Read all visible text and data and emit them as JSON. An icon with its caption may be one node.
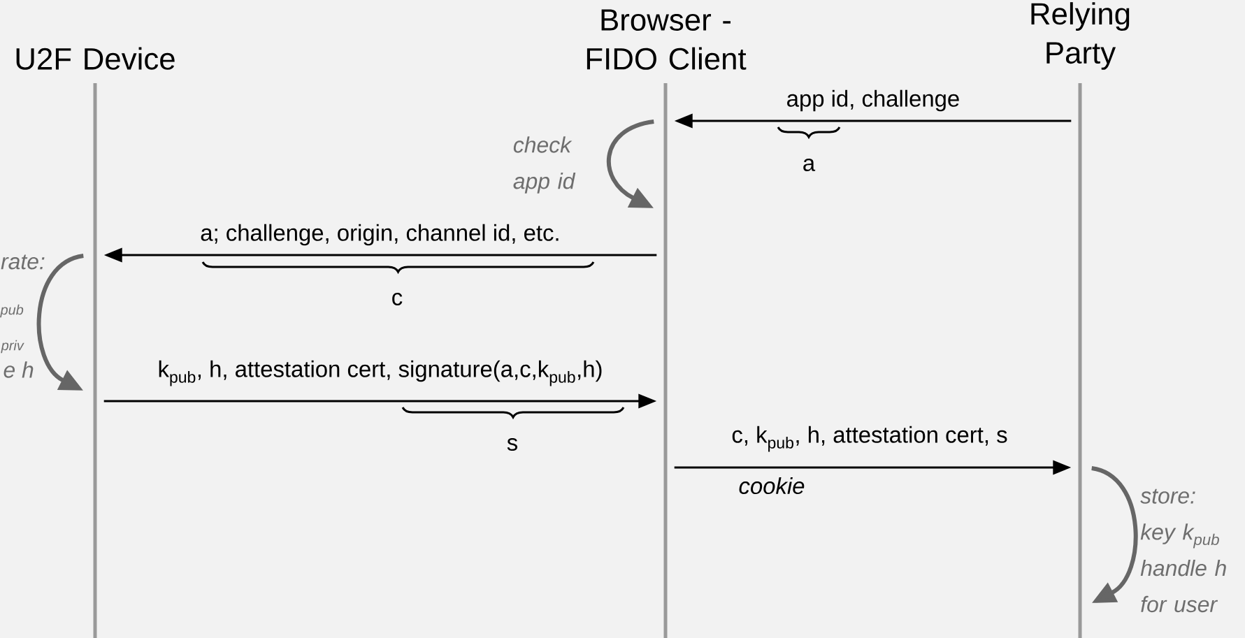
{
  "diagram": {
    "nodes": [
      {
        "text": [
          "U2F Device"
        ]
      },
      {
        "text": [
          "Browser - FIDO Client"
        ]
      },
      {
        "text": [
          "Relying Party"
        ]
      }
    ],
    "edges": [
      {
        "from": 2,
        "to": 1,
        "arrow": "to",
        "label": "app id, challenge"
      },
      {
        "from": 1,
        "to": 1,
        "arrow": "to",
        "label": "check app id",
        "style": "thick",
        "color": "#666666"
      },
      {
        "from": 1,
        "to": 0,
        "arrow": "to",
        "label": "a; challenge, origin, channel id, etc."
      },
      {
        "from": 0,
        "to": 0,
        "arrow": "to",
        "style": "thick",
        "color": "#666666"
      },
      {
        "from": 0,
        "to": 1,
        "arrow": "to",
        "label": "k$_{pub}$, h, attestation cert, signature(a,c,k$_{pub}$,h)"
      },
      {
        "from": 1,
        "to": 2,
        "arrow": "to",
        "label": "c, k$_{pub}$, h, attestation cert, s"
      },
      {
        "from": 2,
        "to": 2,
        "arrow": "to",
        "label": "store: key k$_{pub}$ handle h for user",
        "style": "thick",
        "color": "#666666"
      }
    ],
    "labels": [
      "a",
      "rate:",
      "c",
      "pub",
      "priv",
      "e h",
      "s",
      "cookie"
    ]
  }
}
